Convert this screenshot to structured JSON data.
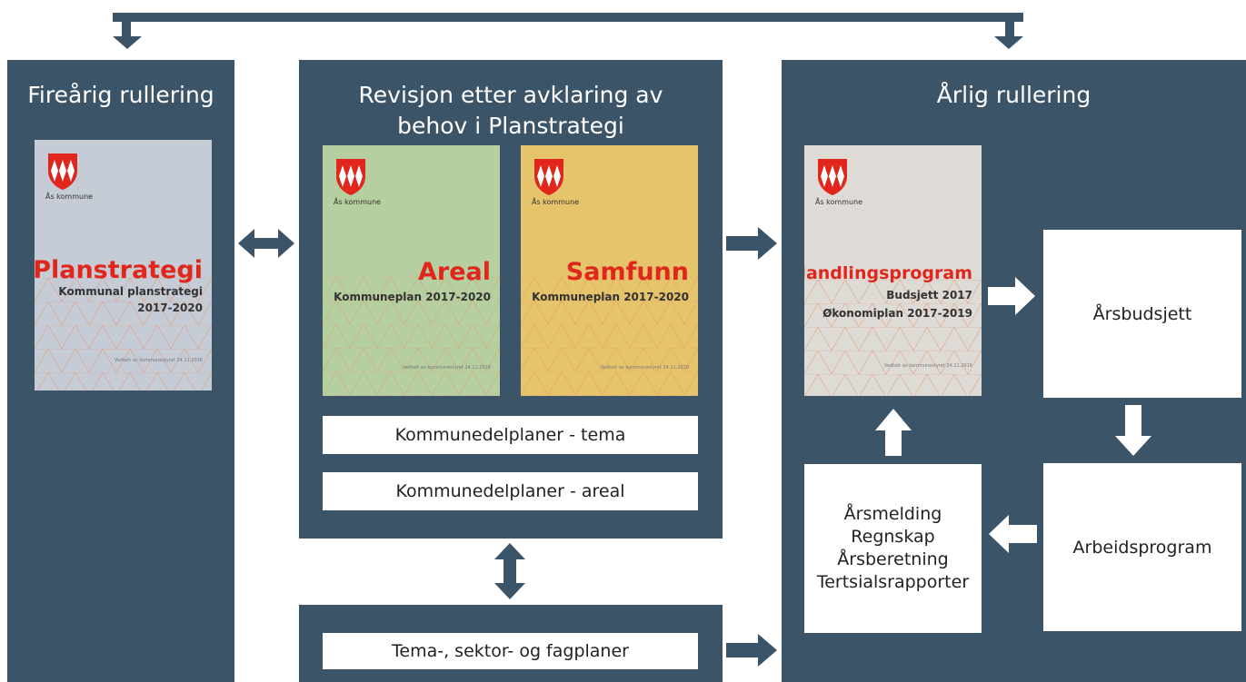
{
  "colors": {
    "panel": "#3c5468",
    "accent_red": "#e1261c",
    "white": "#ffffff"
  },
  "left_panel": {
    "title": "Fireårig rullering"
  },
  "middle_panel": {
    "title_line1": "Revisjon etter avklaring av",
    "title_line2": "behov i Planstrategi"
  },
  "right_panel": {
    "title": "Årlig rullering"
  },
  "covers": {
    "planstrategi": {
      "logo_text": "Ås kommune",
      "title": "Planstrategi",
      "sub1": "Kommunal planstrategi",
      "sub2": "2017-2020",
      "footer": "Vedtatt av kommunestyret 24.11.2016",
      "bg": "#c6ccd6"
    },
    "areal": {
      "logo_text": "Ås kommune",
      "title": "Areal",
      "sub1": "Kommuneplan 2017-2020",
      "footer": "Vedtatt av kommunestyret 24.11.2016",
      "bg": "#b6cfa0"
    },
    "samfunn": {
      "logo_text": "Ås kommune",
      "title": "Samfunn",
      "sub1": "Kommuneplan 2017-2020",
      "footer": "Vedtatt av kommunestyret 24.11.2016",
      "bg": "#e5c46c"
    },
    "handlingsprogram": {
      "logo_text": "Ås kommune",
      "title": "Handlingsprogram",
      "sub1": "Budsjett 2017",
      "sub2": "Økonomiplan 2017-2019",
      "footer": "Vedtatt av kommunestyret 24.11.2016",
      "bg": "#dedbd6"
    }
  },
  "boxes": {
    "kommunedelplaner_tema": "Kommunedelplaner - tema",
    "kommunedelplaner_areal": "Kommunedelplaner - areal",
    "tema_sektor": "Tema-, sektor- og fagplaner",
    "arsbudsjett": "Årsbudsjett",
    "arbeidsprogram": "Arbeidsprogram",
    "rapporter": [
      "Årsmelding",
      "Regnskap",
      "Årsberetning",
      "Tertsialsrapporter"
    ]
  }
}
